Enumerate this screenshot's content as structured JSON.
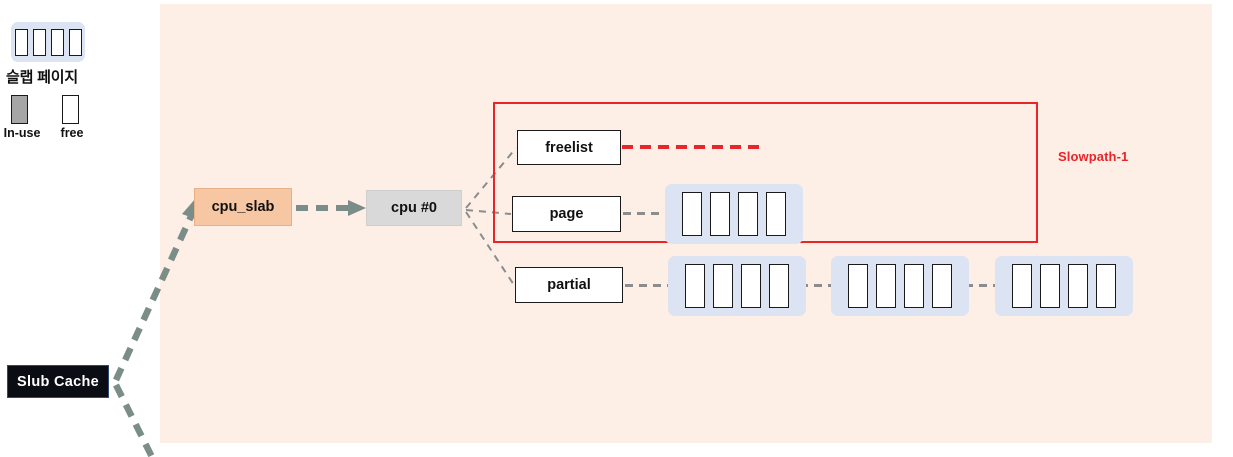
{
  "legend": {
    "slab_page_caption": "슬랩 페이지",
    "slab_page_cells": [
      "free",
      "free",
      "free",
      "free"
    ],
    "swatches": [
      {
        "name": "in-use",
        "label": "In-use",
        "color": "#a6a6a6"
      },
      {
        "name": "free",
        "label": "free",
        "color": "#ffffff"
      }
    ]
  },
  "nodes": {
    "slub_cache": "Slub Cache",
    "cpu_slab": "cpu_slab",
    "cpu_0": "cpu #0",
    "freelist": "freelist",
    "page": "page",
    "partial": "partial"
  },
  "annotations": {
    "slowpath_label": "Slowpath-1"
  },
  "slab_groups": {
    "page_row": [
      {
        "name": "page-slab",
        "cells": [
          "free",
          "free",
          "free",
          "free"
        ]
      }
    ],
    "partial_row": [
      {
        "name": "partial-slab-1",
        "cells": [
          "free",
          "free",
          "free",
          "free"
        ]
      },
      {
        "name": "partial-slab-2",
        "cells": [
          "free",
          "free",
          "free",
          "free"
        ]
      },
      {
        "name": "partial-slab-3",
        "cells": [
          "free",
          "free",
          "free",
          "free"
        ]
      }
    ]
  },
  "colors": {
    "panel_background": "#fdeee6",
    "cpu_slab_fill": "#f7c7a4",
    "cpu_0_fill": "#d9d9d9",
    "slab_group_fill": "#dce3f2",
    "slowpath_red": "#e8252a",
    "connector_gray": "#8c8c8c",
    "slub_cache_fill": "#0b0d14"
  }
}
